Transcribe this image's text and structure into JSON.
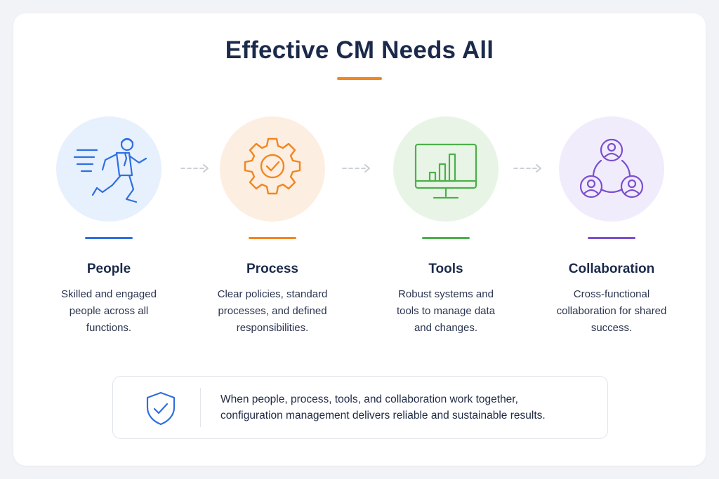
{
  "title": "Effective CM Needs All",
  "colors": {
    "accent": "#f2861f",
    "people": "#2f6fe0",
    "process": "#f2861f",
    "tools": "#4cb04a",
    "collaboration": "#7a4fd0"
  },
  "pillars": [
    {
      "name": "People",
      "icon": "running-person-icon",
      "description": [
        "Skilled and engaged",
        "people across all",
        "functions."
      ]
    },
    {
      "name": "Process",
      "icon": "gear-check-icon",
      "description": [
        "Clear policies, standard",
        "processes, and defined",
        "responsibilities."
      ]
    },
    {
      "name": "Tools",
      "icon": "monitor-chart-icon",
      "description": [
        "Robust systems and",
        "tools to manage data",
        "and changes."
      ]
    },
    {
      "name": "Collaboration",
      "icon": "connected-people-icon",
      "description": [
        "Cross-functional",
        "collaboration for shared",
        "success."
      ]
    }
  ],
  "summary": {
    "icon": "shield-check-icon",
    "lines": [
      "When people, process, tools, and collaboration work together,",
      "configuration management delivers reliable and sustainable results."
    ]
  }
}
